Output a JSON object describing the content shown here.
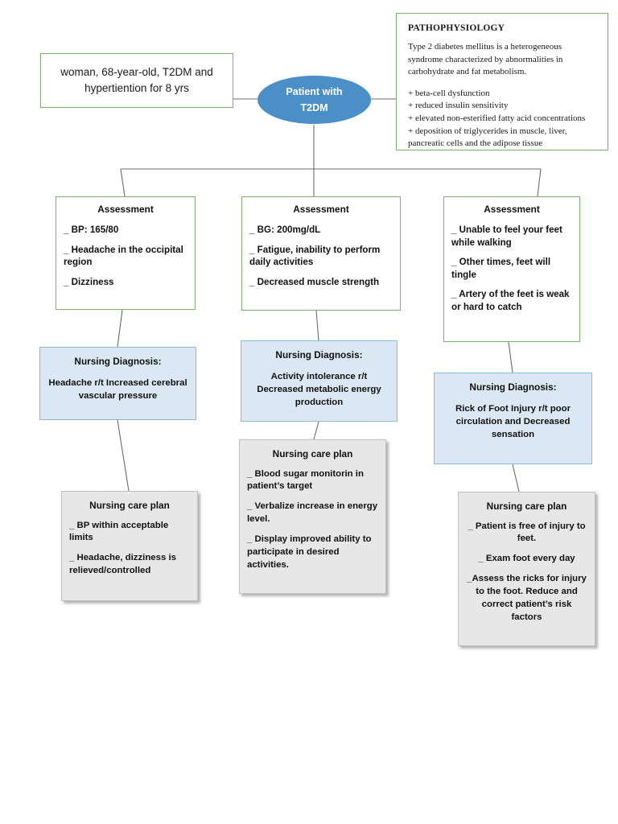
{
  "diagram": {
    "title": "T2DM Nursing Concept Map",
    "colors": {
      "green_border": "#7ab06a",
      "ellipse_fill": "#4a8fc7",
      "diagnosis_fill": "#dbe8f4",
      "diagnosis_border": "#8db8d8",
      "careplan_fill": "#e7e7e7",
      "connector": "#6b6b6b"
    }
  },
  "patient_info": {
    "line1": "woman, 68-year-old, T2DM and",
    "line2": "hypertiention for 8 yrs"
  },
  "center_node": {
    "line1": "Patient with",
    "line2": "T2DM"
  },
  "pathophysiology": {
    "title": "PATHOPHYSIOLOGY",
    "body": "Type 2 diabetes mellitus is a heterogeneous syndrome characterized by abnormalities in carbohydrate and fat metabolism.",
    "items": [
      "+ beta-cell dysfunction",
      "+ reduced insulin sensitivity",
      "+ elevated non-esterified fatty acid concentrations",
      "+ deposition of triglycerides in muscle, liver,\npancreatic cells and the adipose tissue"
    ]
  },
  "columns": [
    {
      "assessment": {
        "heading": "Assessment",
        "items": [
          "_ BP: 165/80",
          "_ Headache in the occipital region",
          "_ Dizziness"
        ]
      },
      "diagnosis": {
        "heading": "Nursing Diagnosis:",
        "body": "Headache r/t Increased cerebral vascular pressure"
      },
      "careplan": {
        "heading": "Nursing care plan",
        "items": [
          "_ BP within acceptable limits",
          "_ Headache, dizziness is relieved/controlled"
        ]
      }
    },
    {
      "assessment": {
        "heading": "Assessment",
        "items": [
          "_ BG: 200mg/dL",
          "_ Fatigue, inability to perform daily activities",
          "_ Decreased muscle strength"
        ]
      },
      "diagnosis": {
        "heading": "Nursing Diagnosis:",
        "body": "Activity intolerance r/t Decreased metabolic energy production"
      },
      "careplan": {
        "heading": "Nursing care plan",
        "items": [
          "_ Blood sugar monitorin in patient’s target",
          "_ Verbalize increase in energy level.",
          "_ Display improved ability to participate in desired activities."
        ]
      }
    },
    {
      "assessment": {
        "heading": "Assessment",
        "items": [
          "_ Unable to feel your feet while walking",
          "_ Other times, feet will tingle",
          "_ Artery of the feet  is weak or hard to catch"
        ]
      },
      "diagnosis": {
        "heading": "Nursing Diagnosis:",
        "body": "Rick of Foot Injury r/t poor circulation and Decreased sensation"
      },
      "careplan": {
        "heading": "Nursing care plan",
        "items": [
          "_ Patient is free of injury to feet.",
          "_ Exam foot every day",
          "_Assess the ricks for injury to the foot. Reduce and correct patient’s risk factors"
        ]
      }
    }
  ]
}
